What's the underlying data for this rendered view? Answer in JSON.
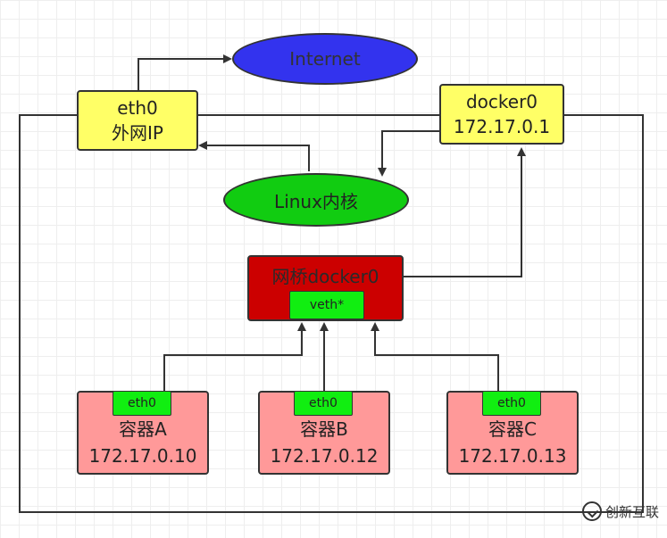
{
  "nodes": {
    "eth0_host": {
      "line1": "eth0",
      "line2": "外网IP"
    },
    "internet": {
      "label": "Internet"
    },
    "docker0": {
      "line1": "docker0",
      "line2": "172.17.0.1"
    },
    "kernel": {
      "label": "Linux内核"
    },
    "bridge": {
      "label": "网桥docker0",
      "veth": "veth*"
    },
    "containers": [
      {
        "nic": "eth0",
        "name": "容器A",
        "ip": "172.17.0.10"
      },
      {
        "nic": "eth0",
        "name": "容器B",
        "ip": "172.17.0.12"
      },
      {
        "nic": "eth0",
        "name": "容器C",
        "ip": "172.17.0.13"
      }
    ]
  },
  "colors": {
    "host_box": "#ffff66",
    "internet": "#3333ee",
    "kernel": "#11cc11",
    "bridge": "#cc0000",
    "container": "#ff9999",
    "nic": "#11ee11"
  },
  "watermark": {
    "logo_text": "创新互联"
  }
}
